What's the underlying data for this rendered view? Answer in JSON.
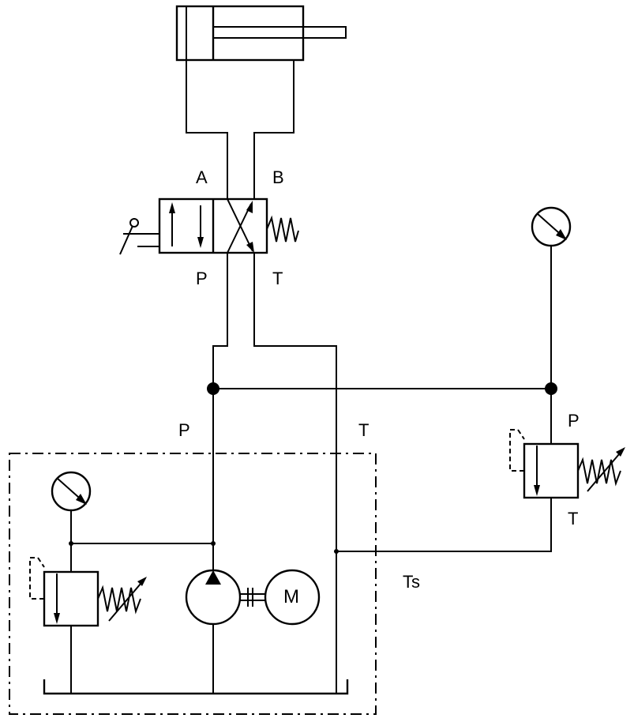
{
  "diagram": {
    "valve_ports": {
      "a": "A",
      "b": "B",
      "p": "P",
      "t": "T"
    },
    "supply_ports": {
      "p": "P",
      "t": "T"
    },
    "relief_ports": {
      "p": "P",
      "t": "T"
    },
    "tank_return": "Ts",
    "motor": "M"
  }
}
